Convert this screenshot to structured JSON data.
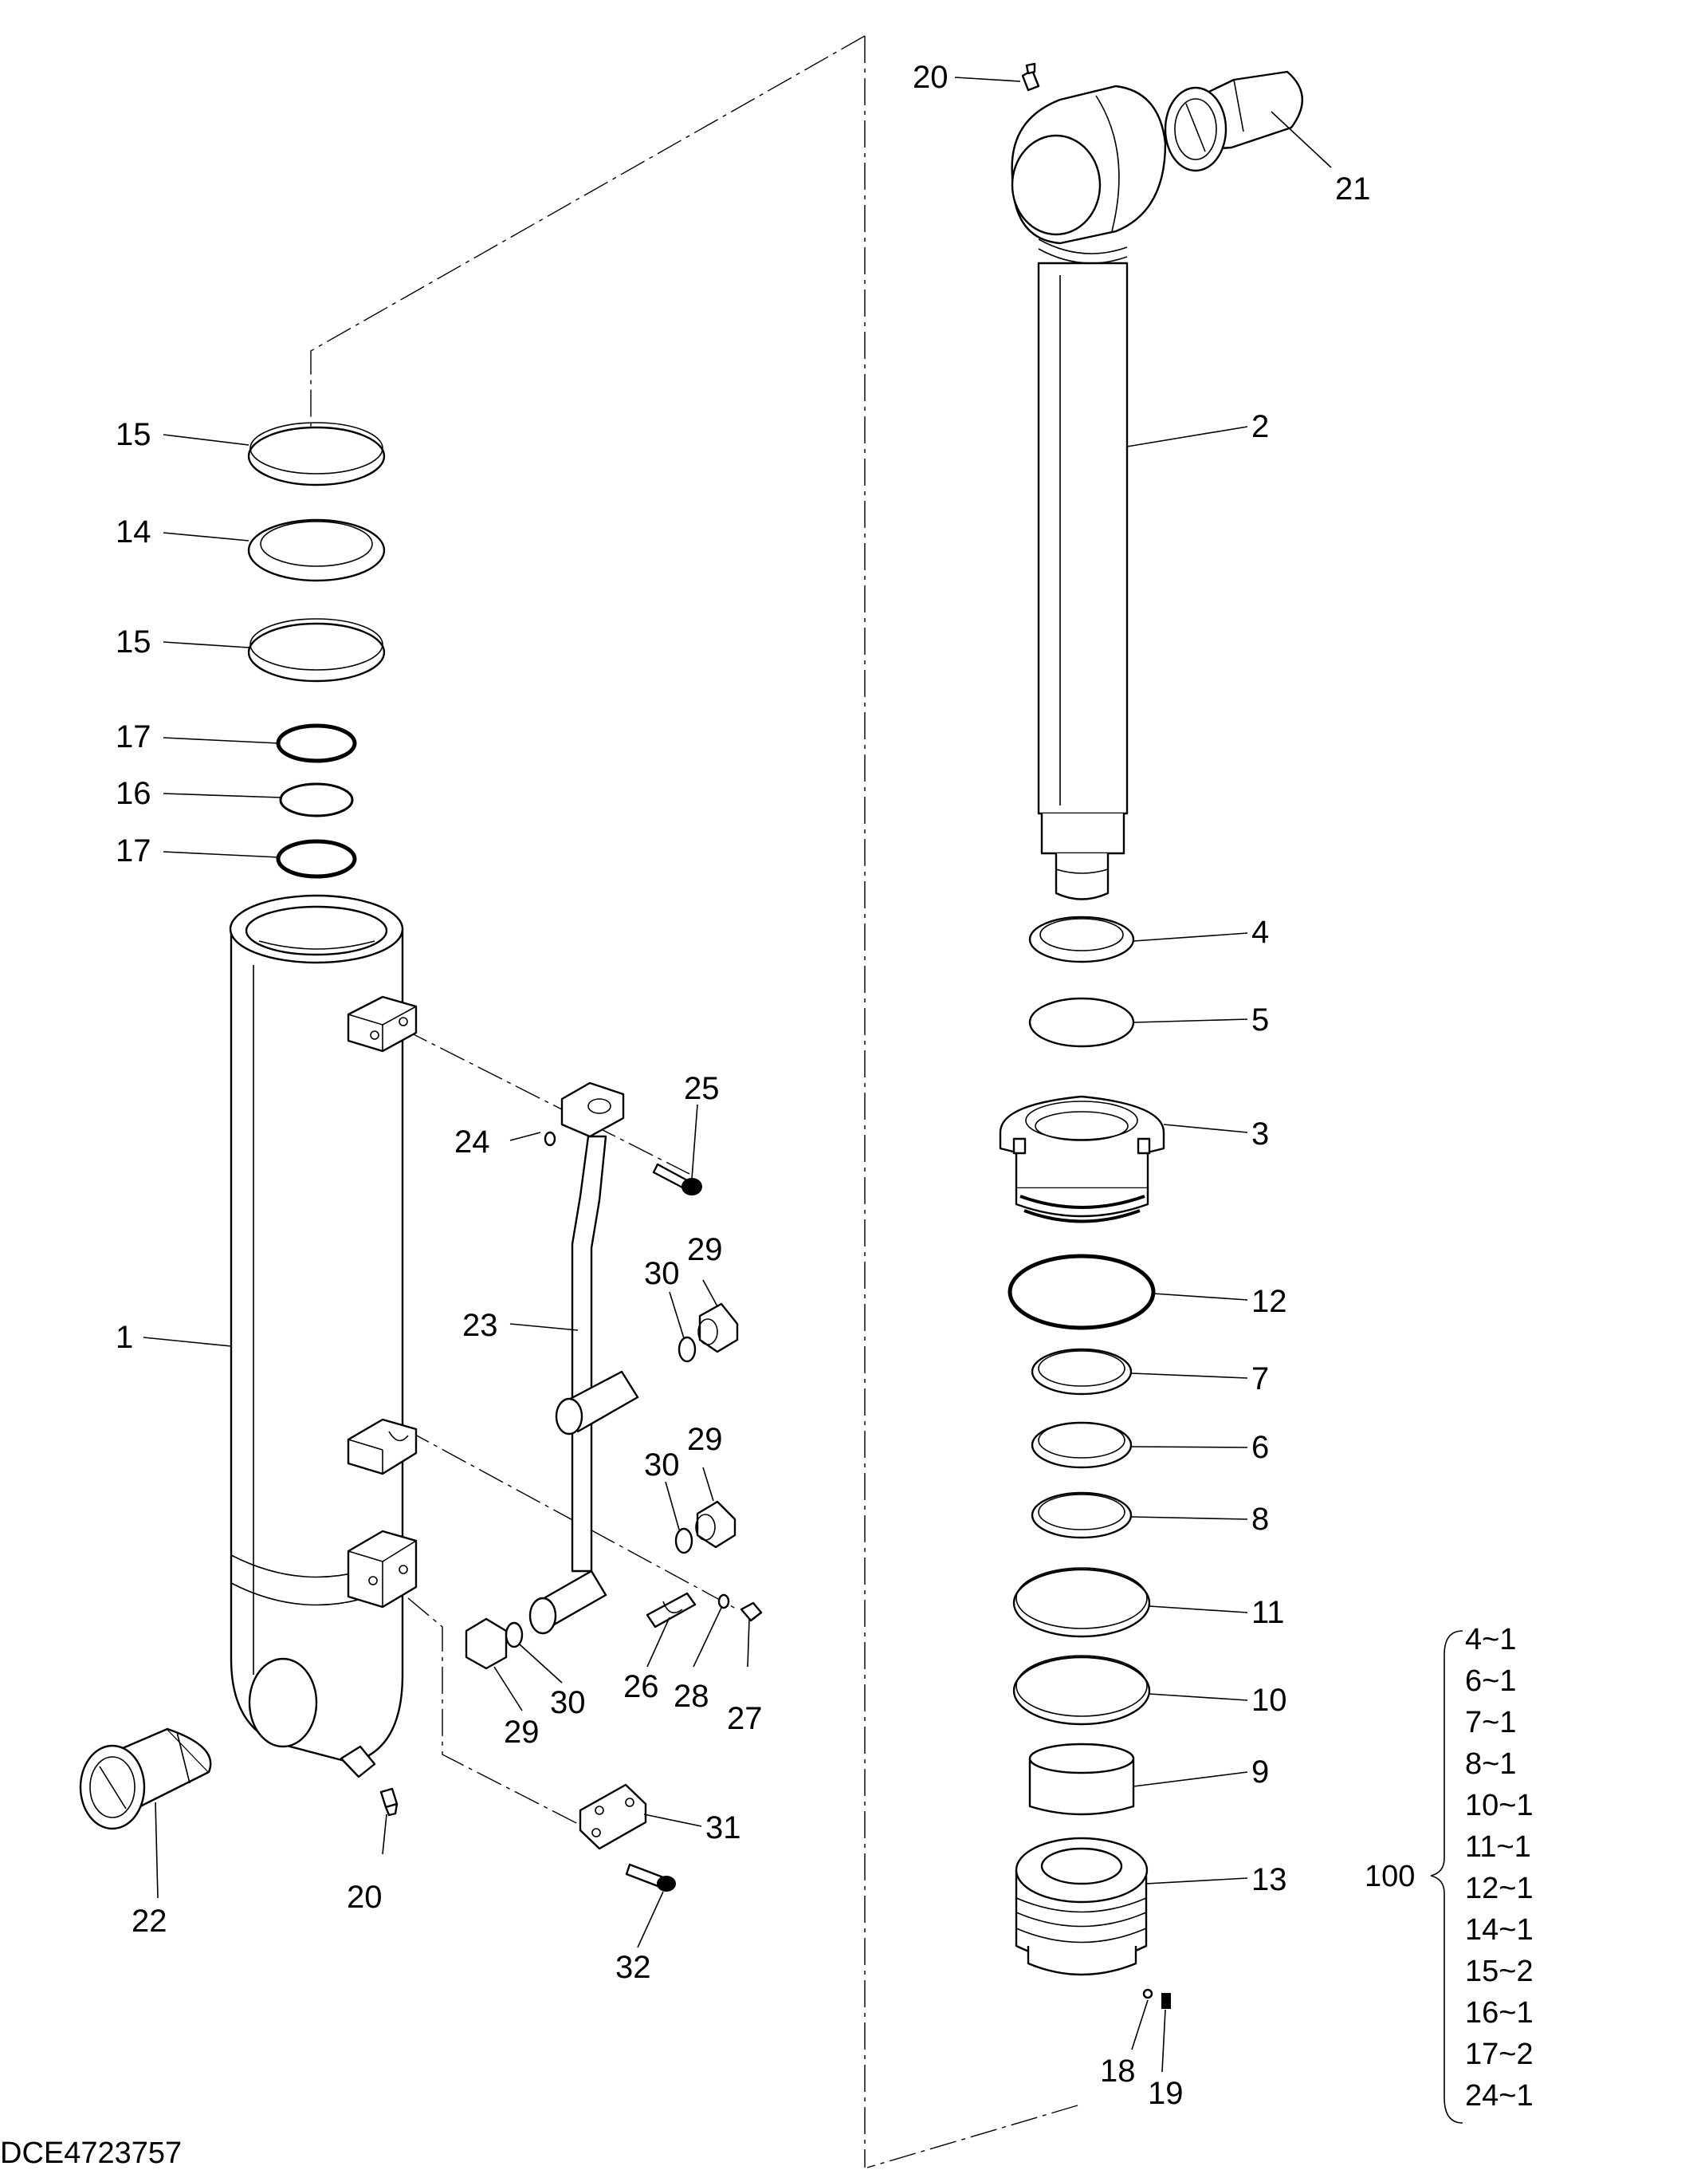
{
  "drawing_ref": "DCE4723757",
  "callouts": {
    "c1": "1",
    "c2": "2",
    "c3": "3",
    "c4": "4",
    "c5": "5",
    "c6": "6",
    "c7": "7",
    "c8": "8",
    "c9": "9",
    "c10": "10",
    "c11": "11",
    "c12": "12",
    "c13": "13",
    "c14": "14",
    "c15a": "15",
    "c15b": "15",
    "c16": "16",
    "c17a": "17",
    "c17b": "17",
    "c18": "18",
    "c19": "19",
    "c20a": "20",
    "c20b": "20",
    "c21": "21",
    "c22": "22",
    "c23": "23",
    "c24": "24",
    "c25": "25",
    "c26": "26",
    "c27": "27",
    "c28": "28",
    "c29a": "29",
    "c29b": "29",
    "c29c": "29",
    "c30a": "30",
    "c30b": "30",
    "c30c": "30",
    "c31": "31",
    "c32": "32"
  },
  "seal_kit": {
    "label": "100",
    "items": [
      "4~1",
      "6~1",
      "7~1",
      "8~1",
      "10~1",
      "11~1",
      "12~1",
      "14~1",
      "15~2",
      "16~1",
      "17~2",
      "24~1"
    ]
  }
}
